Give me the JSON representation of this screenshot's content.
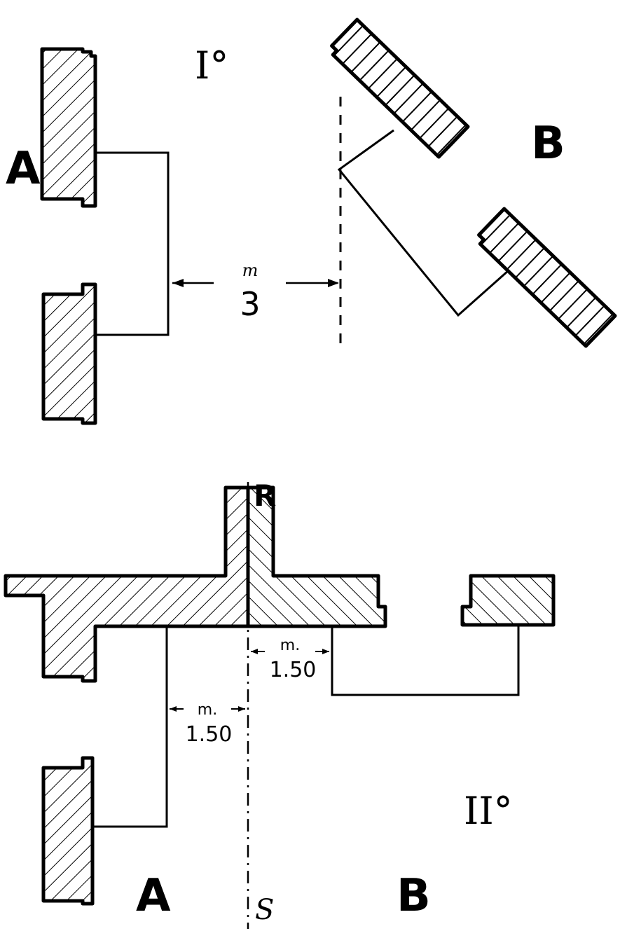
{
  "figure_1": {
    "roman_numeral": "I°",
    "label_left": "A",
    "label_right": "B",
    "dimension": {
      "unit": "m",
      "value": "3"
    }
  },
  "figure_2": {
    "roman_numeral": "II°",
    "label_left": "A",
    "label_right": "B",
    "label_top": "R",
    "label_axis": "S",
    "dimension_left": {
      "unit": "m.",
      "value": "1.50"
    },
    "dimension_right": {
      "unit": "m.",
      "value": "1.50"
    }
  },
  "colors": {
    "ink": "#000000",
    "paper": "#ffffff"
  }
}
